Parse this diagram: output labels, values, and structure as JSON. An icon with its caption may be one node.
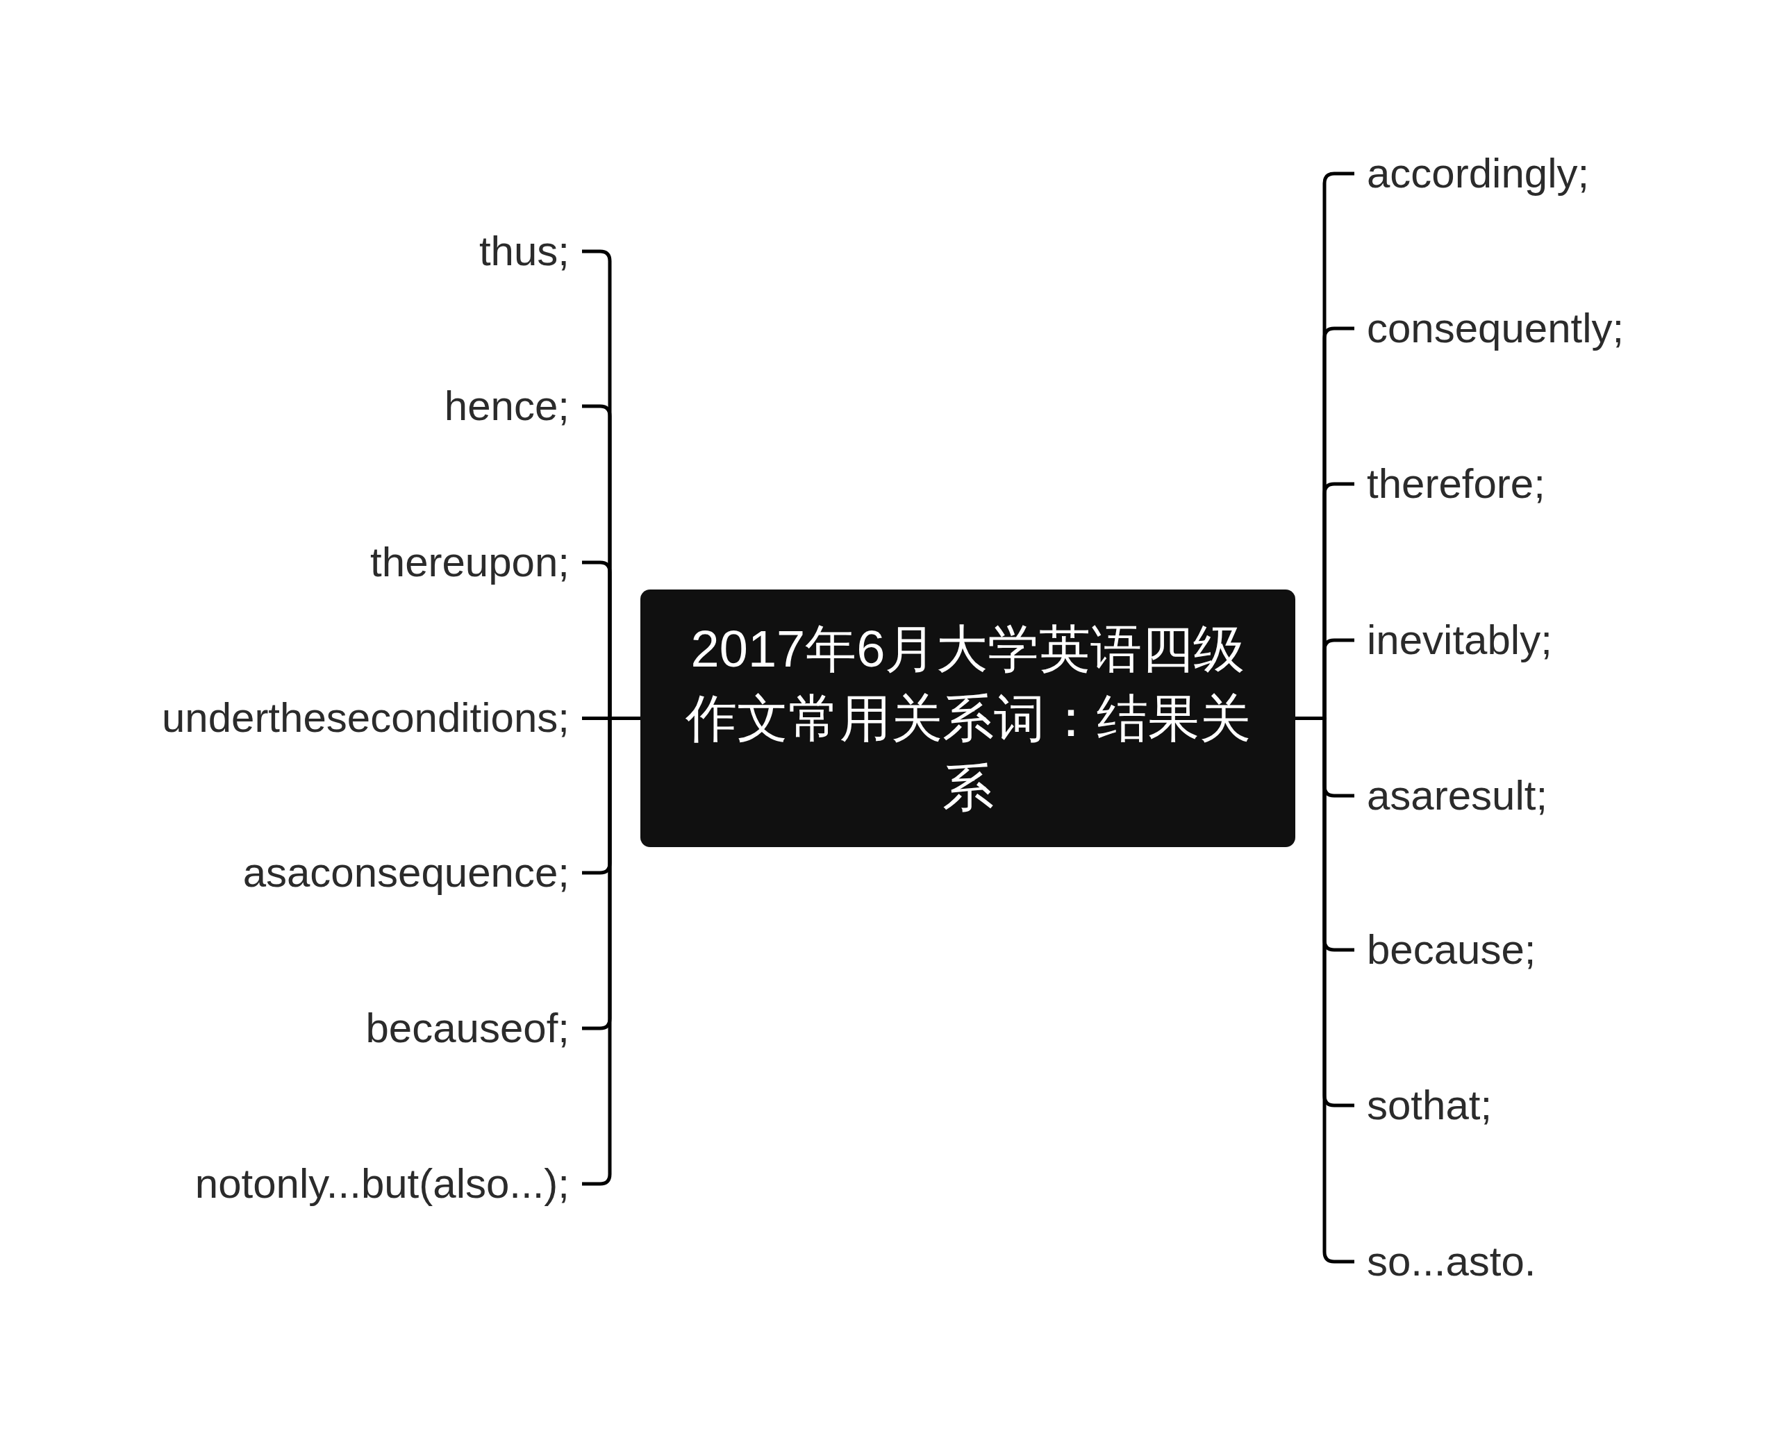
{
  "diagram": {
    "nodes": [
      {
        "text": [
          "2017年6月大学英语四级作文常用关系词：结果关系"
        ]
      },
      {
        "text": [
          "accordingly;"
        ]
      },
      {
        "text": [
          "consequently;"
        ]
      },
      {
        "text": [
          "therefore;"
        ]
      },
      {
        "text": [
          "inevitably;"
        ]
      },
      {
        "text": [
          "asaresult;"
        ]
      },
      {
        "text": [
          "because;"
        ]
      },
      {
        "text": [
          "sothat;"
        ]
      },
      {
        "text": [
          "so...asto."
        ]
      },
      {
        "text": [
          "thus;"
        ]
      },
      {
        "text": [
          "hence;"
        ]
      },
      {
        "text": [
          "thereupon;"
        ]
      },
      {
        "text": [
          "undertheseconditions;"
        ]
      },
      {
        "text": [
          "asaconsequence;"
        ]
      },
      {
        "text": [
          "becauseof;"
        ]
      },
      {
        "text": [
          "notonly...but(also...);"
        ]
      }
    ],
    "edges": [
      {
        "from": 0,
        "to": 1,
        "arrow": "none"
      },
      {
        "from": 0,
        "to": 2,
        "arrow": "none"
      },
      {
        "from": 0,
        "to": 3,
        "arrow": "none"
      },
      {
        "from": 0,
        "to": 4,
        "arrow": "none"
      },
      {
        "from": 0,
        "to": 5,
        "arrow": "none"
      },
      {
        "from": 0,
        "to": 6,
        "arrow": "none"
      },
      {
        "from": 0,
        "to": 7,
        "arrow": "none"
      },
      {
        "from": 0,
        "to": 8,
        "arrow": "none"
      },
      {
        "from": 0,
        "to": 9,
        "arrow": "none"
      },
      {
        "from": 0,
        "to": 10,
        "arrow": "none"
      },
      {
        "from": 0,
        "to": 11,
        "arrow": "none"
      },
      {
        "from": 0,
        "to": 12,
        "arrow": "none"
      },
      {
        "from": 0,
        "to": 13,
        "arrow": "none"
      },
      {
        "from": 0,
        "to": 14,
        "arrow": "none"
      },
      {
        "from": 0,
        "to": 15,
        "arrow": "none"
      }
    ]
  }
}
